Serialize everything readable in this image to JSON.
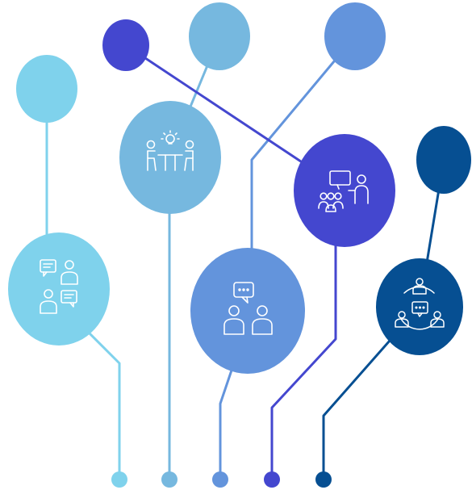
{
  "colors": {
    "light_cyan": "#7fd2ec",
    "sky_blue": "#76b8df",
    "cornflower": "#6394dc",
    "indigo": "#4447cf",
    "navy": "#064f92",
    "icon_stroke": "#ffffff"
  },
  "nodes": [
    {
      "id": "chat-between-people",
      "icon": "chat-people-icon",
      "color": "light_cyan"
    },
    {
      "id": "brainstorm-meeting",
      "icon": "idea-meeting-icon",
      "color": "sky_blue"
    },
    {
      "id": "peer-conversation",
      "icon": "conversation-icon",
      "color": "cornflower"
    },
    {
      "id": "presentation",
      "icon": "presentation-icon",
      "color": "indigo"
    },
    {
      "id": "community-network",
      "icon": "community-icon",
      "color": "navy"
    }
  ]
}
